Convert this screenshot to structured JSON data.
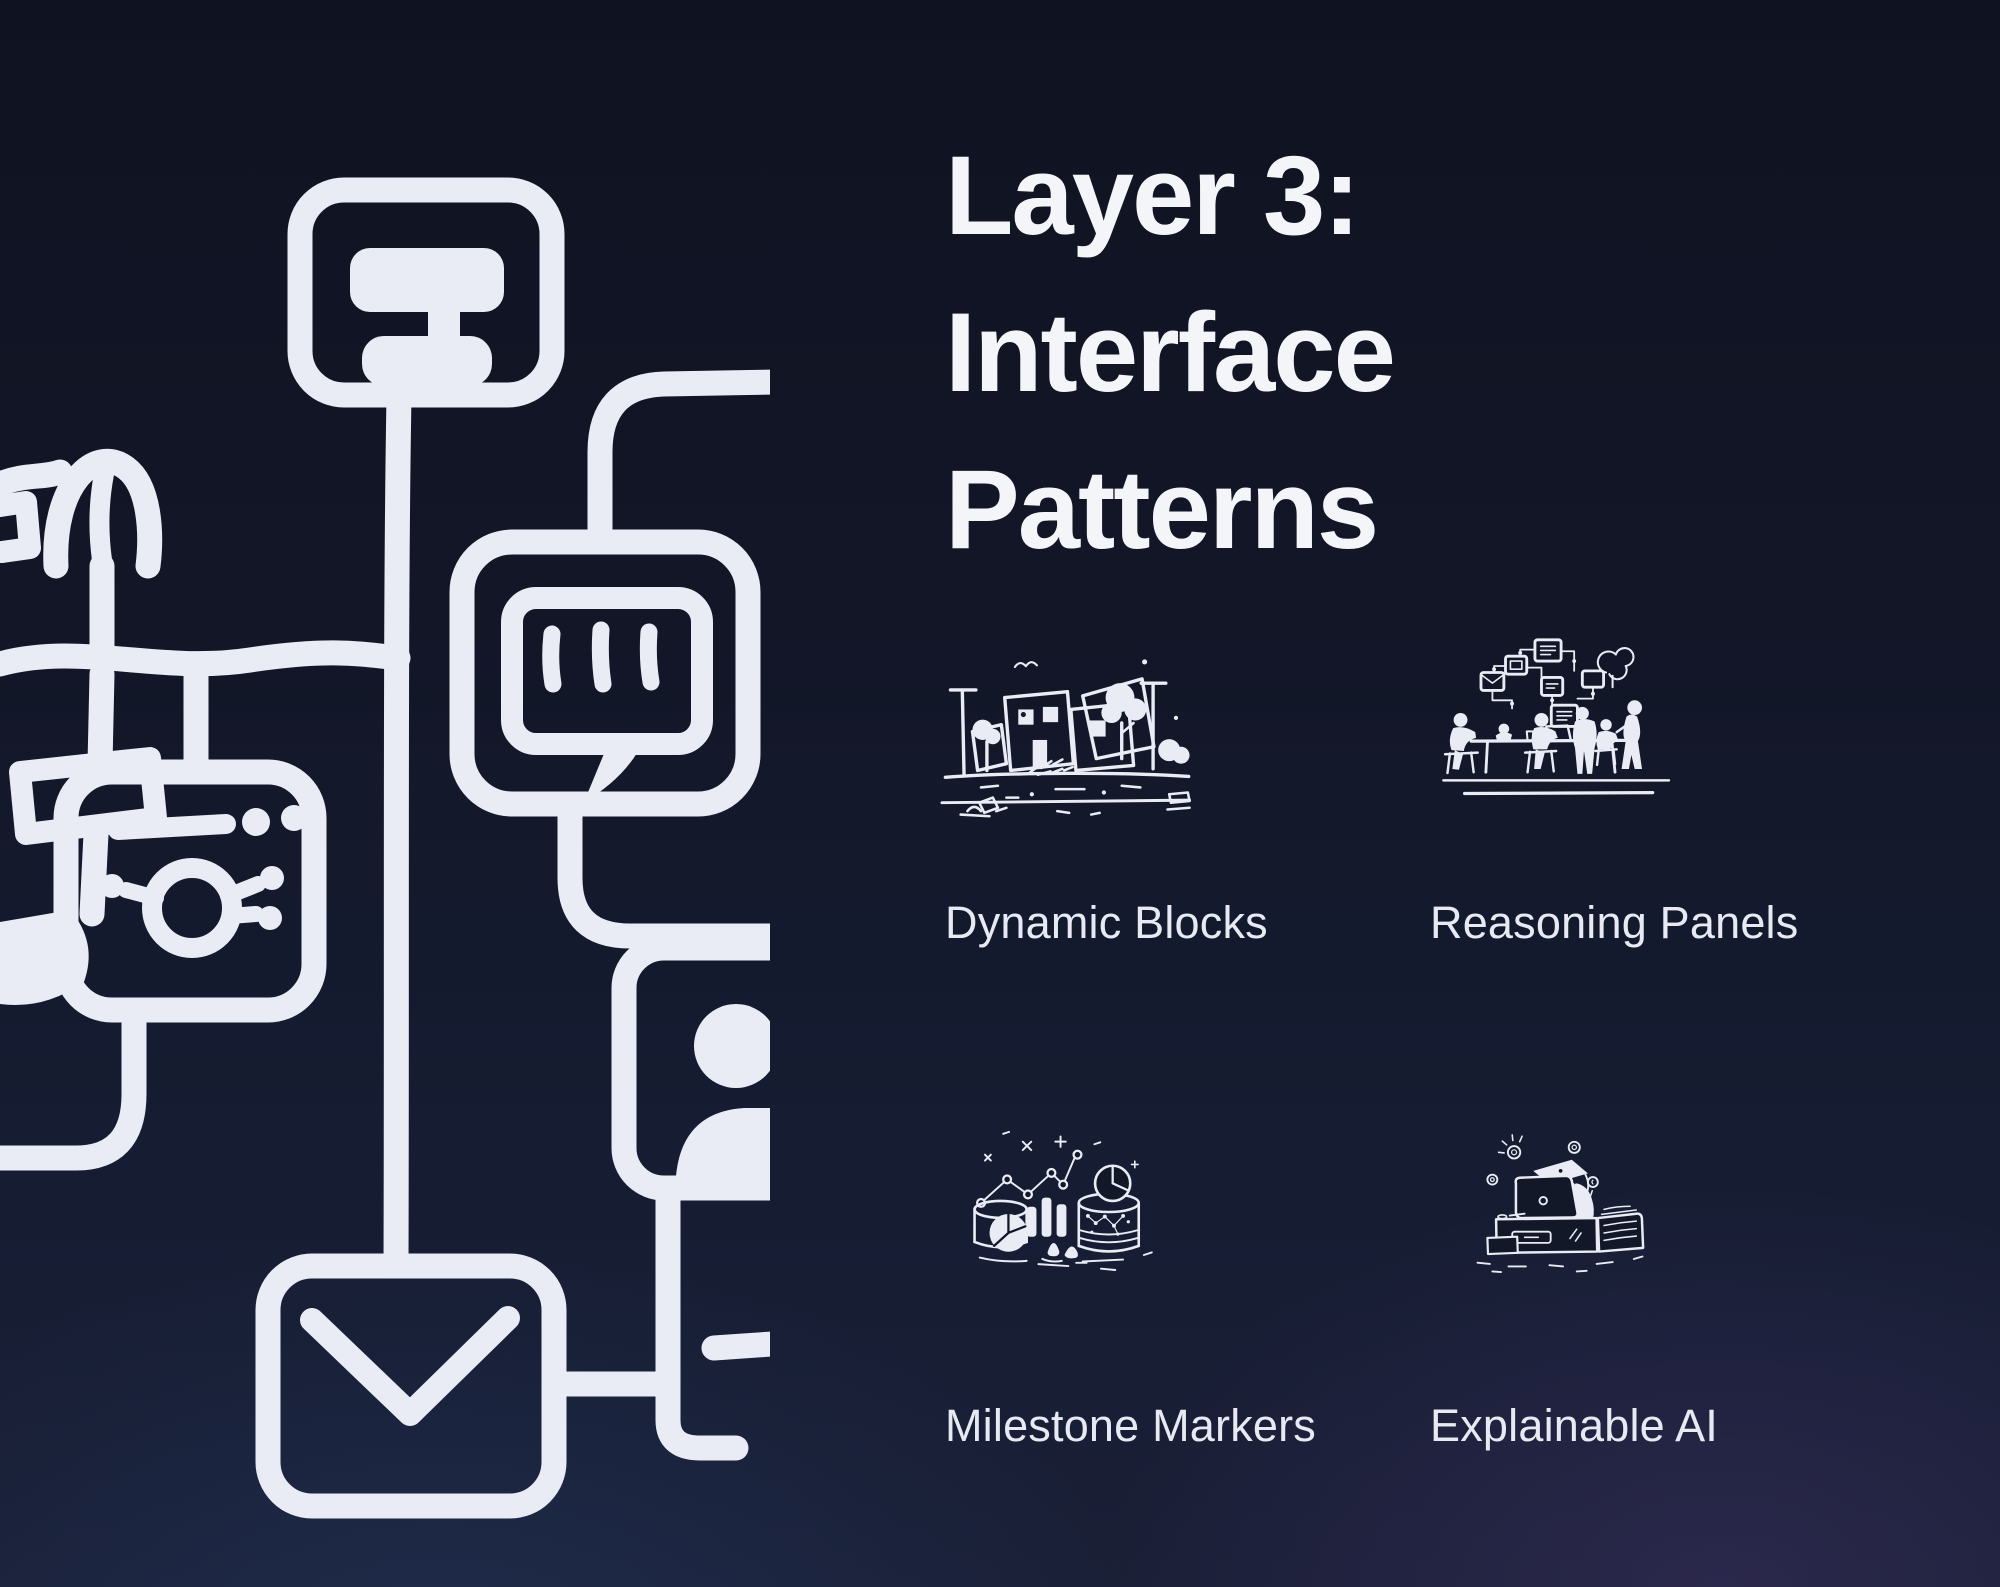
{
  "slide": {
    "title_lines": [
      "Layer 3:",
      "Interface",
      "Patterns"
    ]
  },
  "patterns": [
    {
      "label": "Dynamic Blocks",
      "icon": "city-blocks-doodle-icon"
    },
    {
      "label": "Reasoning Panels",
      "icon": "team-flowchart-doodle-icon"
    },
    {
      "label": "Milestone Markers",
      "icon": "charts-cylinders-doodle-icon"
    },
    {
      "label": "Explainable AI",
      "icon": "graduate-at-laptop-doodle-icon"
    }
  ],
  "left_flowchart": {
    "nodes": [
      "card-node",
      "chat-bubble-node",
      "settings-node",
      "envelope-node",
      "person-node"
    ]
  },
  "colors": {
    "background_top": "#111524",
    "background_bottom": "#1a1f36",
    "background_accent_purple": "#4e3a7a",
    "background_accent_blue": "#305c98",
    "doodle_stroke": "#e9ecf4",
    "title_text": "#f3f5f9",
    "caption_text": "#e7eaf2"
  }
}
